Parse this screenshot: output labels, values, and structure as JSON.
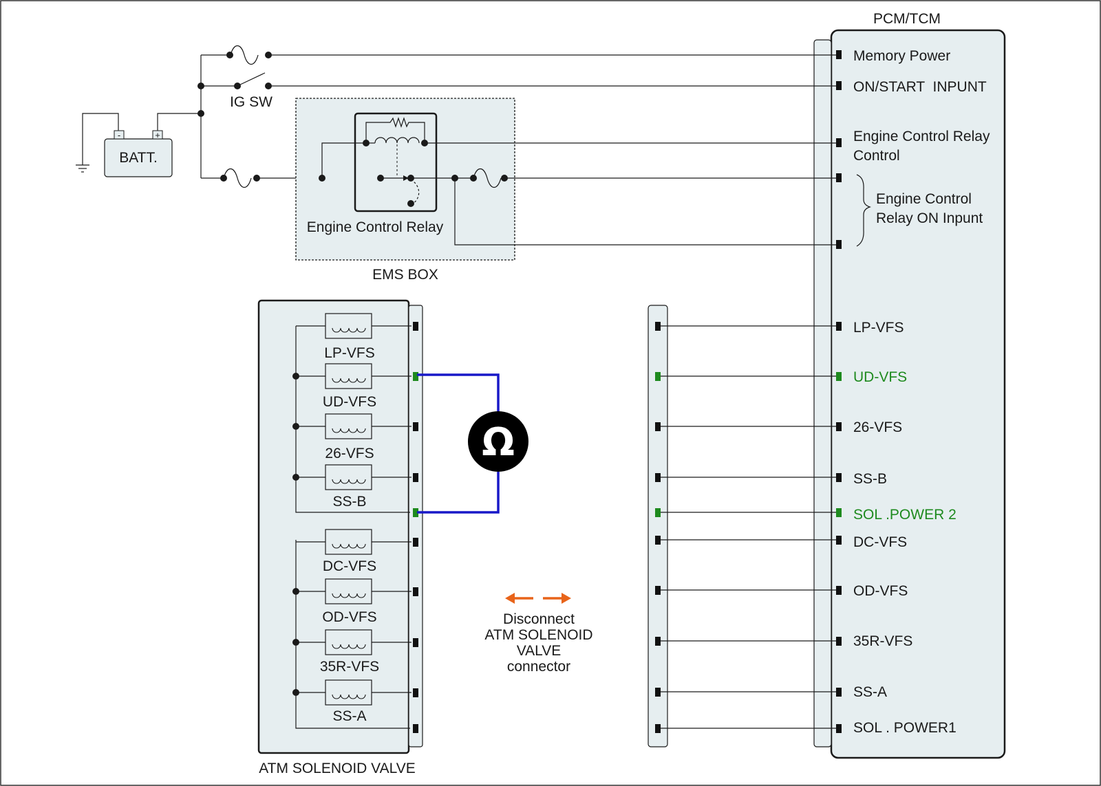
{
  "battery": {
    "label": "BATT.",
    "minus": "-",
    "plus": "+"
  },
  "ignition": {
    "label": "IG SW"
  },
  "ems_box": {
    "title": "EMS BOX",
    "relay_label": "Engine Control Relay"
  },
  "pcm": {
    "title": "PCM/TCM",
    "pins": [
      {
        "label": "Memory Power",
        "highlight": false
      },
      {
        "label": "ON/START  INPUNT",
        "highlight": false
      },
      {
        "label": "Engine Control Relay",
        "highlight": false
      },
      {
        "label": "Control",
        "highlight": false
      },
      {
        "label": "Engine Control",
        "highlight": false
      },
      {
        "label": "Relay ON Inpunt",
        "highlight": false
      }
    ],
    "signals": [
      {
        "label": "LP-VFS",
        "highlight": false
      },
      {
        "label": "UD-VFS",
        "highlight": true
      },
      {
        "label": "26-VFS",
        "highlight": false
      },
      {
        "label": "SS-B",
        "highlight": false
      },
      {
        "label": "SOL .POWER 2",
        "highlight": true
      },
      {
        "label": "DC-VFS",
        "highlight": false
      },
      {
        "label": "OD-VFS",
        "highlight": false
      },
      {
        "label": "35R-VFS",
        "highlight": false
      },
      {
        "label": "SS-A",
        "highlight": false
      },
      {
        "label": "SOL . POWER1",
        "highlight": false
      }
    ]
  },
  "solenoid_valve": {
    "title": "ATM SOLENOID VALVE",
    "solenoids": [
      "LP-VFS",
      "UD-VFS",
      "26-VFS",
      "SS-B",
      "DC-VFS",
      "OD-VFS",
      "35R-VFS",
      "SS-A"
    ]
  },
  "ohmmeter": {
    "symbol": "Ω"
  },
  "note": {
    "lines": [
      "Disconnect",
      "ATM SOLENOID",
      "VALVE",
      "connector"
    ]
  },
  "colors": {
    "highlight": "#1e8a1e",
    "meter_wire": "#1818c8",
    "arrow": "#e8641a",
    "panel": "#e6eef0",
    "line": "#1a1a1a"
  }
}
